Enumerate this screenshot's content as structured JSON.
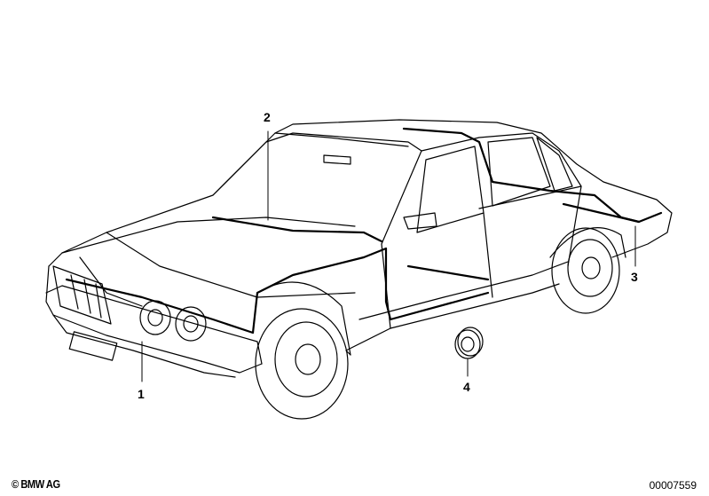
{
  "diagram": {
    "callouts": [
      {
        "label": "1",
        "part": "front-harness"
      },
      {
        "label": "2",
        "part": "main-harness"
      },
      {
        "label": "3",
        "part": "rear-harness"
      },
      {
        "label": "4",
        "part": "grommet"
      }
    ]
  },
  "footer": {
    "copyright": "© BMW AG",
    "doc_number": "00007559"
  }
}
